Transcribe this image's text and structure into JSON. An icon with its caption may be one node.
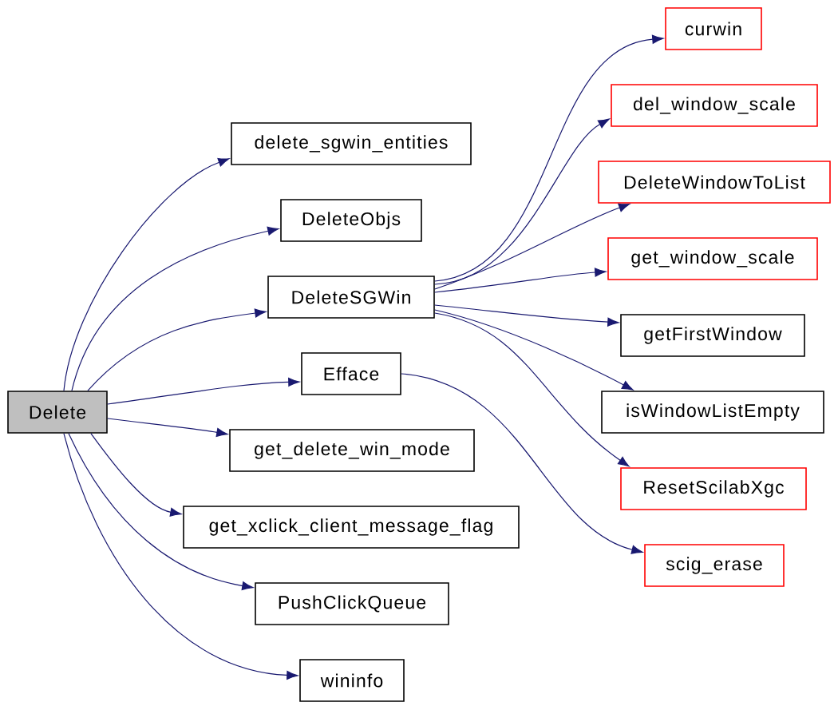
{
  "diagram": {
    "nodes": [
      {
        "text": [
          "Delete"
        ]
      },
      {
        "text": [
          "delete_sgwin_entities"
        ]
      },
      {
        "text": [
          "DeleteObjs"
        ]
      },
      {
        "text": [
          "DeleteSGWin"
        ]
      },
      {
        "text": [
          "Efface"
        ]
      },
      {
        "text": [
          "get_delete_win_mode"
        ]
      },
      {
        "text": [
          "get_xclick_client_message_flag"
        ]
      },
      {
        "text": [
          "PushClickQueue"
        ]
      },
      {
        "text": [
          "wininfo"
        ]
      },
      {
        "text": [
          "curwin"
        ]
      },
      {
        "text": [
          "del_window_scale"
        ]
      },
      {
        "text": [
          "DeleteWindowToList"
        ]
      },
      {
        "text": [
          "get_window_scale"
        ]
      },
      {
        "text": [
          "getFirstWindow"
        ]
      },
      {
        "text": [
          "isWindowListEmpty"
        ]
      },
      {
        "text": [
          "ResetScilabXgc"
        ]
      },
      {
        "text": [
          "scig_erase"
        ]
      }
    ],
    "edges": [
      {
        "from": 0,
        "to": 1,
        "arrow": "to"
      },
      {
        "from": 0,
        "to": 2,
        "arrow": "to"
      },
      {
        "from": 0,
        "to": 3,
        "arrow": "to"
      },
      {
        "from": 0,
        "to": 4,
        "arrow": "to"
      },
      {
        "from": 0,
        "to": 5,
        "arrow": "to"
      },
      {
        "from": 0,
        "to": 6,
        "arrow": "to"
      },
      {
        "from": 0,
        "to": 7,
        "arrow": "to"
      },
      {
        "from": 0,
        "to": 8,
        "arrow": "to"
      },
      {
        "from": 3,
        "to": 9,
        "arrow": "to"
      },
      {
        "from": 3,
        "to": 10,
        "arrow": "to"
      },
      {
        "from": 3,
        "to": 11,
        "arrow": "to"
      },
      {
        "from": 3,
        "to": 12,
        "arrow": "to"
      },
      {
        "from": 3,
        "to": 13,
        "arrow": "to"
      },
      {
        "from": 3,
        "to": 14,
        "arrow": "to"
      },
      {
        "from": 3,
        "to": 15,
        "arrow": "to"
      },
      {
        "from": 4,
        "to": 16,
        "arrow": "to"
      }
    ]
  }
}
